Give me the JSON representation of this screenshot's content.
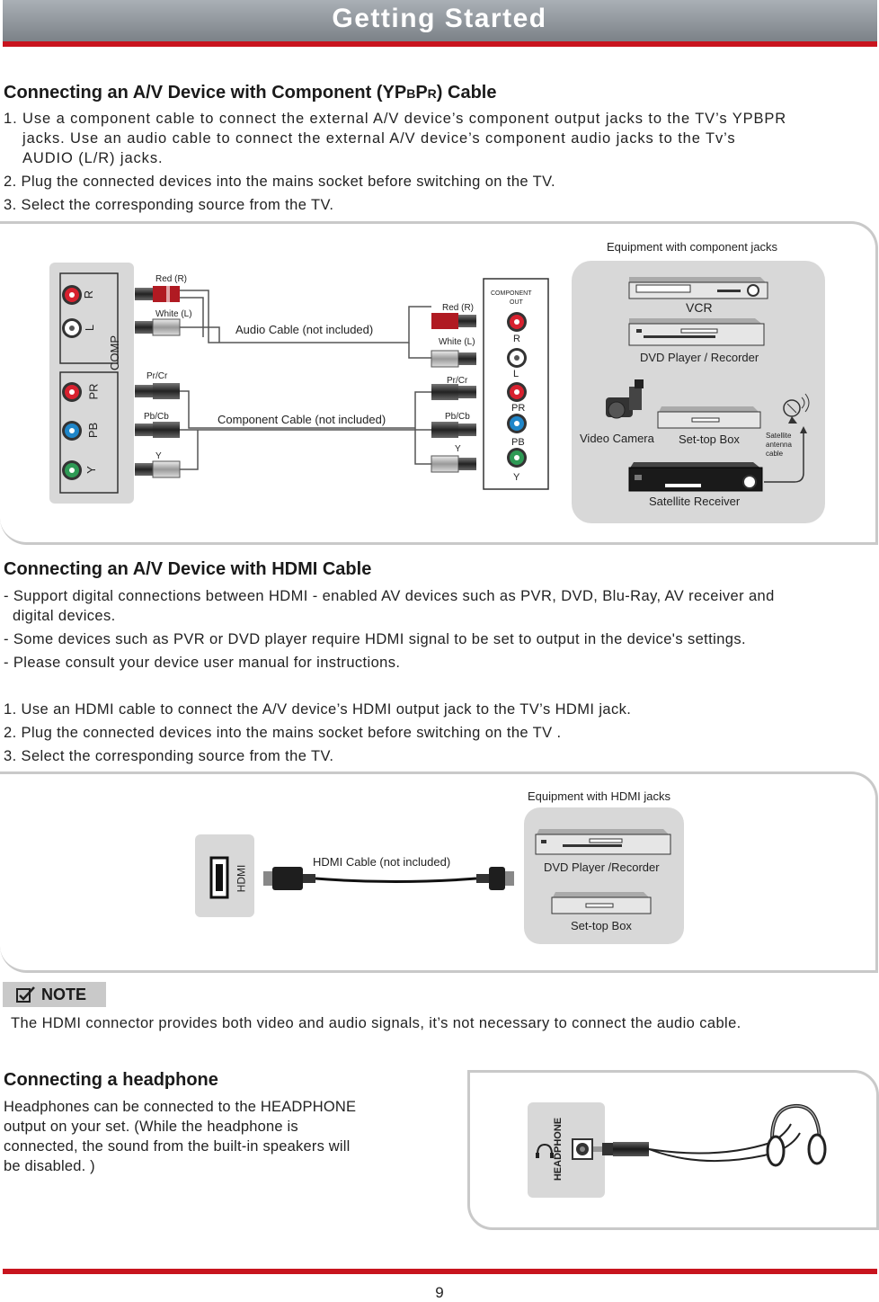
{
  "header": {
    "title": "Getting Started"
  },
  "component": {
    "heading_a": "Connecting an A/V Device with Component (YP",
    "heading_b": "B",
    "heading_c": "P",
    "heading_d": "R",
    "heading_e": ") Cable",
    "step1_line1": "1. Use a component cable to connect the external A/V device’s component output jacks to the TV’s YPBPR",
    "step1_line2": "jacks. Use an audio cable to connect the external A/V device’s component audio jacks to the Tv’s",
    "step1_line3": "AUDIO (L/R) jacks.",
    "step2": "2. Plug the connected devices into the mains socket before switching on the TV.",
    "step3": "3. Select the corresponding source from the TV.",
    "diagram": {
      "equipment_label": "Equipment with component jacks",
      "tv_R": "R",
      "tv_L": "L",
      "tv_comp": "COMP",
      "tv_PR": "PR",
      "tv_PB": "PB",
      "tv_Y": "Y",
      "red_r": "Red (R)",
      "white_l": "White (L)",
      "pr_cr": "Pr/Cr",
      "pb_cb": "Pb/Cb",
      "y": "Y",
      "audio_cable": "Audio Cable (not included)",
      "component_cable": "Component Cable (not included)",
      "out_title": "COMPONENT",
      "out_sub": "OUT",
      "out_R": "R",
      "out_L": "L",
      "out_PR": "PR",
      "out_PB": "PB",
      "out_Y": "Y",
      "vcr": "VCR",
      "dvd": "DVD Player / Recorder",
      "camera": "Video Camera",
      "stb": "Set-top Box",
      "sat1": "Satellite",
      "sat2": "antenna",
      "sat3": "cable",
      "sat_rx": "Satellite Receiver"
    }
  },
  "hdmi": {
    "heading": "Connecting an A/V Device with HDMI Cable",
    "b1_line1": "- Support digital connections between HDMI - enabled AV devices such as PVR, DVD, Blu-Ray, AV receiver and",
    "b1_line2": "digital devices.",
    "b2": "- Some devices such as PVR or DVD player require HDMI signal to be set to output in the device's settings.",
    "b3": "- Please consult your device user manual for instructions.",
    "s1": "1. Use an HDMI cable to connect the A/V device’s HDMI output jack to the TV’s HDMI jack.",
    "s2": "2. Plug the connected devices into the mains socket before switching on the TV .",
    "s3": "3. Select the corresponding source from the TV.",
    "diagram": {
      "equipment_label": "Equipment with HDMI jacks",
      "port": "HDMI",
      "cable": "HDMI Cable (not included)",
      "dvd": "DVD Player /Recorder",
      "stb": "Set-top Box"
    }
  },
  "note": {
    "badge": "NOTE",
    "text": "The HDMI connector provides both video and audio signals, it’s not necessary to connect the audio cable."
  },
  "headphone": {
    "heading": "Connecting a headphone",
    "l1": "Headphones can be connected to the HEADPHONE",
    "l2": "output on your set. (While the headphone is",
    "l3": "connected, the sound from the built-in speakers will",
    "l4": "be disabled. )",
    "port": "HEADPHONE"
  },
  "footer": {
    "page": "9"
  },
  "colors": {
    "red": "#c8141e",
    "jack_red": "#d8212f",
    "jack_blue": "#1f86c9",
    "jack_green": "#2e9a55",
    "panel": "#d8d8d8"
  }
}
